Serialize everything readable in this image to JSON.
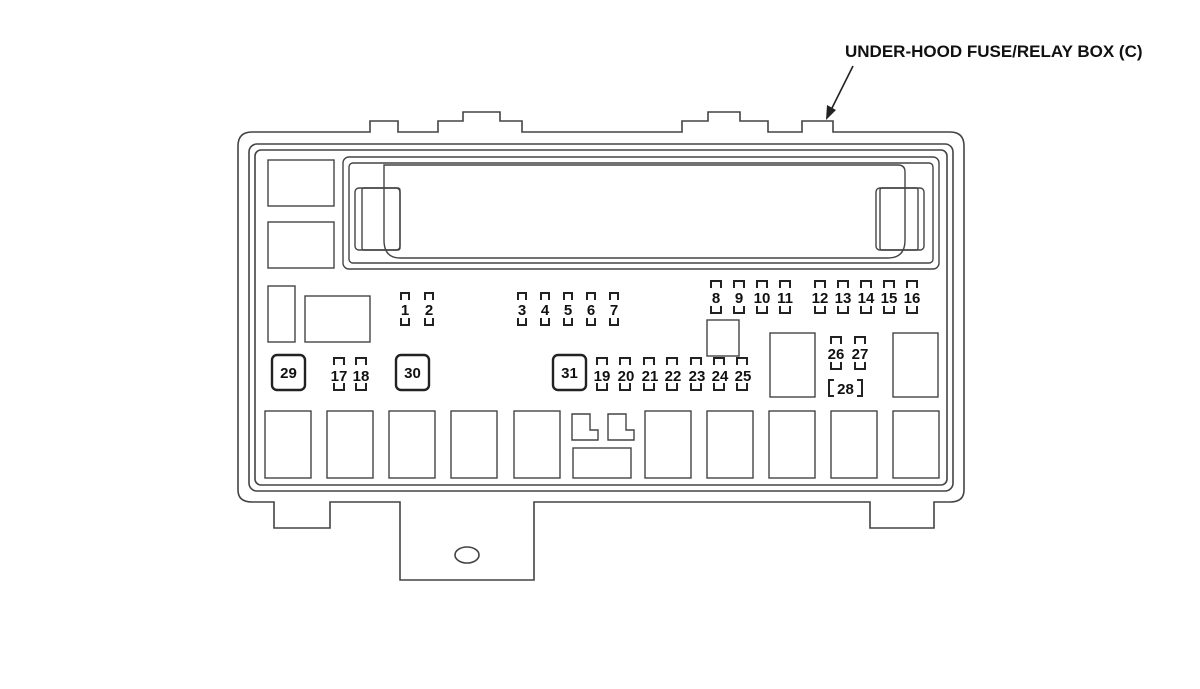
{
  "title": "UNDER-HOOD FUSE/RELAY BOX (C)",
  "colors": {
    "line": "#444444",
    "text": "#111111",
    "background": "#ffffff"
  },
  "fuses": {
    "f1": "1",
    "f2": "2",
    "f3": "3",
    "f4": "4",
    "f5": "5",
    "f6": "6",
    "f7": "7",
    "f8": "8",
    "f9": "9",
    "f10": "10",
    "f11": "11",
    "f12": "12",
    "f13": "13",
    "f14": "14",
    "f15": "15",
    "f16": "16",
    "f17": "17",
    "f18": "18",
    "f19": "19",
    "f20": "20",
    "f21": "21",
    "f22": "22",
    "f23": "23",
    "f24": "24",
    "f25": "25",
    "f26": "26",
    "f27": "27",
    "f28": "28"
  },
  "relays": {
    "r29": "29",
    "r30": "30",
    "r31": "31"
  }
}
